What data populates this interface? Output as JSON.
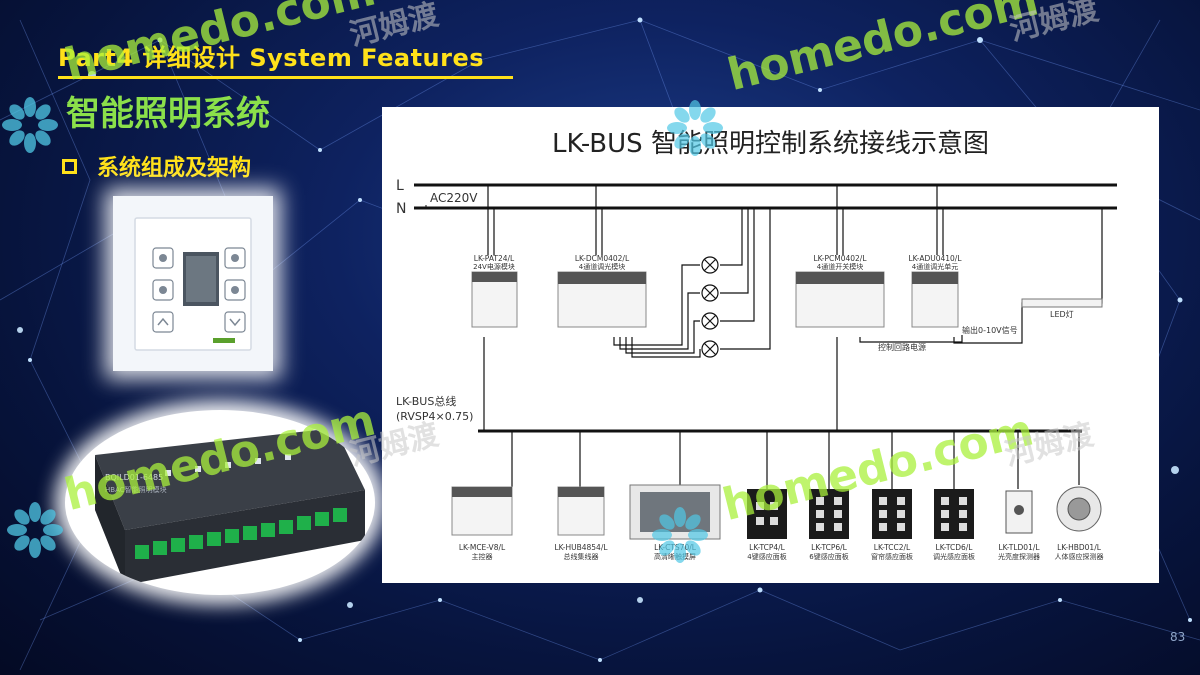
{
  "header": {
    "title": "Part4 详细设计 System Features"
  },
  "section": {
    "title": "智能照明系统"
  },
  "bullet": {
    "text": "系统组成及架构"
  },
  "diagram": {
    "title": "LK-BUS 智能照明控制系统接线示意图",
    "line_L": "L",
    "line_N": "N",
    "ac_label": "AC220V",
    "bus_label": "LK-BUS总线",
    "bus_cable": "(RVSP4×0.75)",
    "led_label": "LED灯",
    "control_power_label": "控制回路电源",
    "output_label": "输出0-10V信号",
    "top_modules": [
      {
        "code": "LK-PAT24/L",
        "desc": "24V电源模块"
      },
      {
        "code": "LK-DCM0402/L",
        "desc": "4通道调光模块"
      },
      {
        "code": "LK-PCM0402/L",
        "desc": "4通道开关模块"
      },
      {
        "code": "LK-ADU0410/L",
        "desc": "4通道调光单元"
      }
    ],
    "bottom_devices": [
      {
        "code": "LK-MCE-V8/L",
        "desc": "主控器"
      },
      {
        "code": "LK-HUB4854/L",
        "desc": "总线集线器"
      },
      {
        "code": "LK-CTS70/L",
        "desc": "高清晰触摸屏"
      },
      {
        "code": "LK-TCP4/L",
        "desc": "4键感应面板"
      },
      {
        "code": "LK-TCP6/L",
        "desc": "6键感应面板"
      },
      {
        "code": "LK-TCC2/L",
        "desc": "窗帘感应面板"
      },
      {
        "code": "LK-TCD6/L",
        "desc": "调光感应面板"
      },
      {
        "code": "LK-TLD01/L",
        "desc": "光亮度探测器"
      },
      {
        "code": "LK-HBD01/L",
        "desc": "人体感应探测器"
      }
    ]
  },
  "watermarks": {
    "brand": "homedo.com",
    "cn": "河姆渡"
  },
  "photos": {
    "module_label": "BQILD01-6485",
    "module_sub": "HBAC智能照明模块"
  },
  "page_number": "83",
  "colors": {
    "accent": "#ffe11a",
    "section": "#8be04a"
  }
}
